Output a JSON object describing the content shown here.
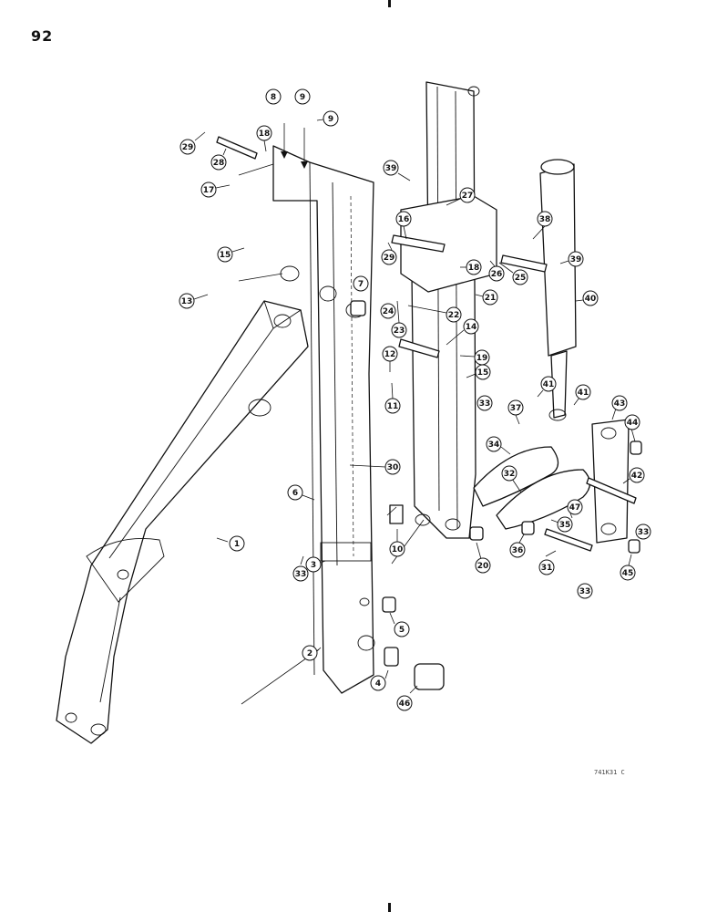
{
  "page_number": "92",
  "reference_code": "741K31 C",
  "callouts": [
    "1",
    "2",
    "3",
    "4",
    "5",
    "6",
    "7",
    "8",
    "9",
    "9",
    "10",
    "11",
    "12",
    "13",
    "14",
    "15",
    "15",
    "16",
    "17",
    "18",
    "18",
    "19",
    "20",
    "21",
    "22",
    "23",
    "24",
    "25",
    "26",
    "27",
    "28",
    "29",
    "29",
    "30",
    "31",
    "32",
    "33",
    "33",
    "33",
    "33",
    "34",
    "35",
    "36",
    "37",
    "38",
    "39",
    "39",
    "40",
    "41",
    "41",
    "42",
    "43",
    "44",
    "45",
    "46",
    "47"
  ]
}
